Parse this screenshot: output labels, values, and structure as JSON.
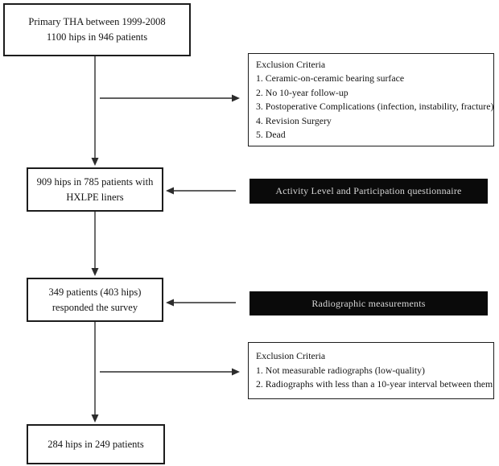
{
  "diagram": {
    "nodes": {
      "primary": {
        "lines": [
          "Primary THA between 1999-2008",
          "1100 hips in 946 patients"
        ]
      },
      "hxlpe": {
        "lines": [
          "909 hips in 785 patients with",
          "HXLPE liners"
        ]
      },
      "survey": {
        "lines": [
          "349 patients (403 hips)",
          "responded the survey"
        ]
      },
      "final": {
        "lines": [
          "284 hips in 249 patients"
        ]
      }
    },
    "exclusions": {
      "first": {
        "title": "Exclusion Criteria",
        "items": [
          "1. Ceramic-on-ceramic bearing surface",
          "2. No 10-year follow-up",
          "3. Postoperative Complications (infection, instability, fracture)",
          "4. Revision Surgery",
          "5. Dead"
        ]
      },
      "second": {
        "title": "Exclusion Criteria",
        "items": [
          "1. Not measurable radiographs (low-quality)",
          "2. Radiographs with less than a 10-year interval between them"
        ]
      }
    },
    "labels": {
      "questionnaire": "Activity Level and Participation questionnaire",
      "radiographic": "Radiographic measurements"
    },
    "colors": {
      "background": "#ffffff",
      "text": "#141414",
      "box_border": "#1c1c1c",
      "label_background": "#0a0a0a",
      "label_text": "#d6d6d6",
      "arrow": "#2c2c2c"
    }
  }
}
